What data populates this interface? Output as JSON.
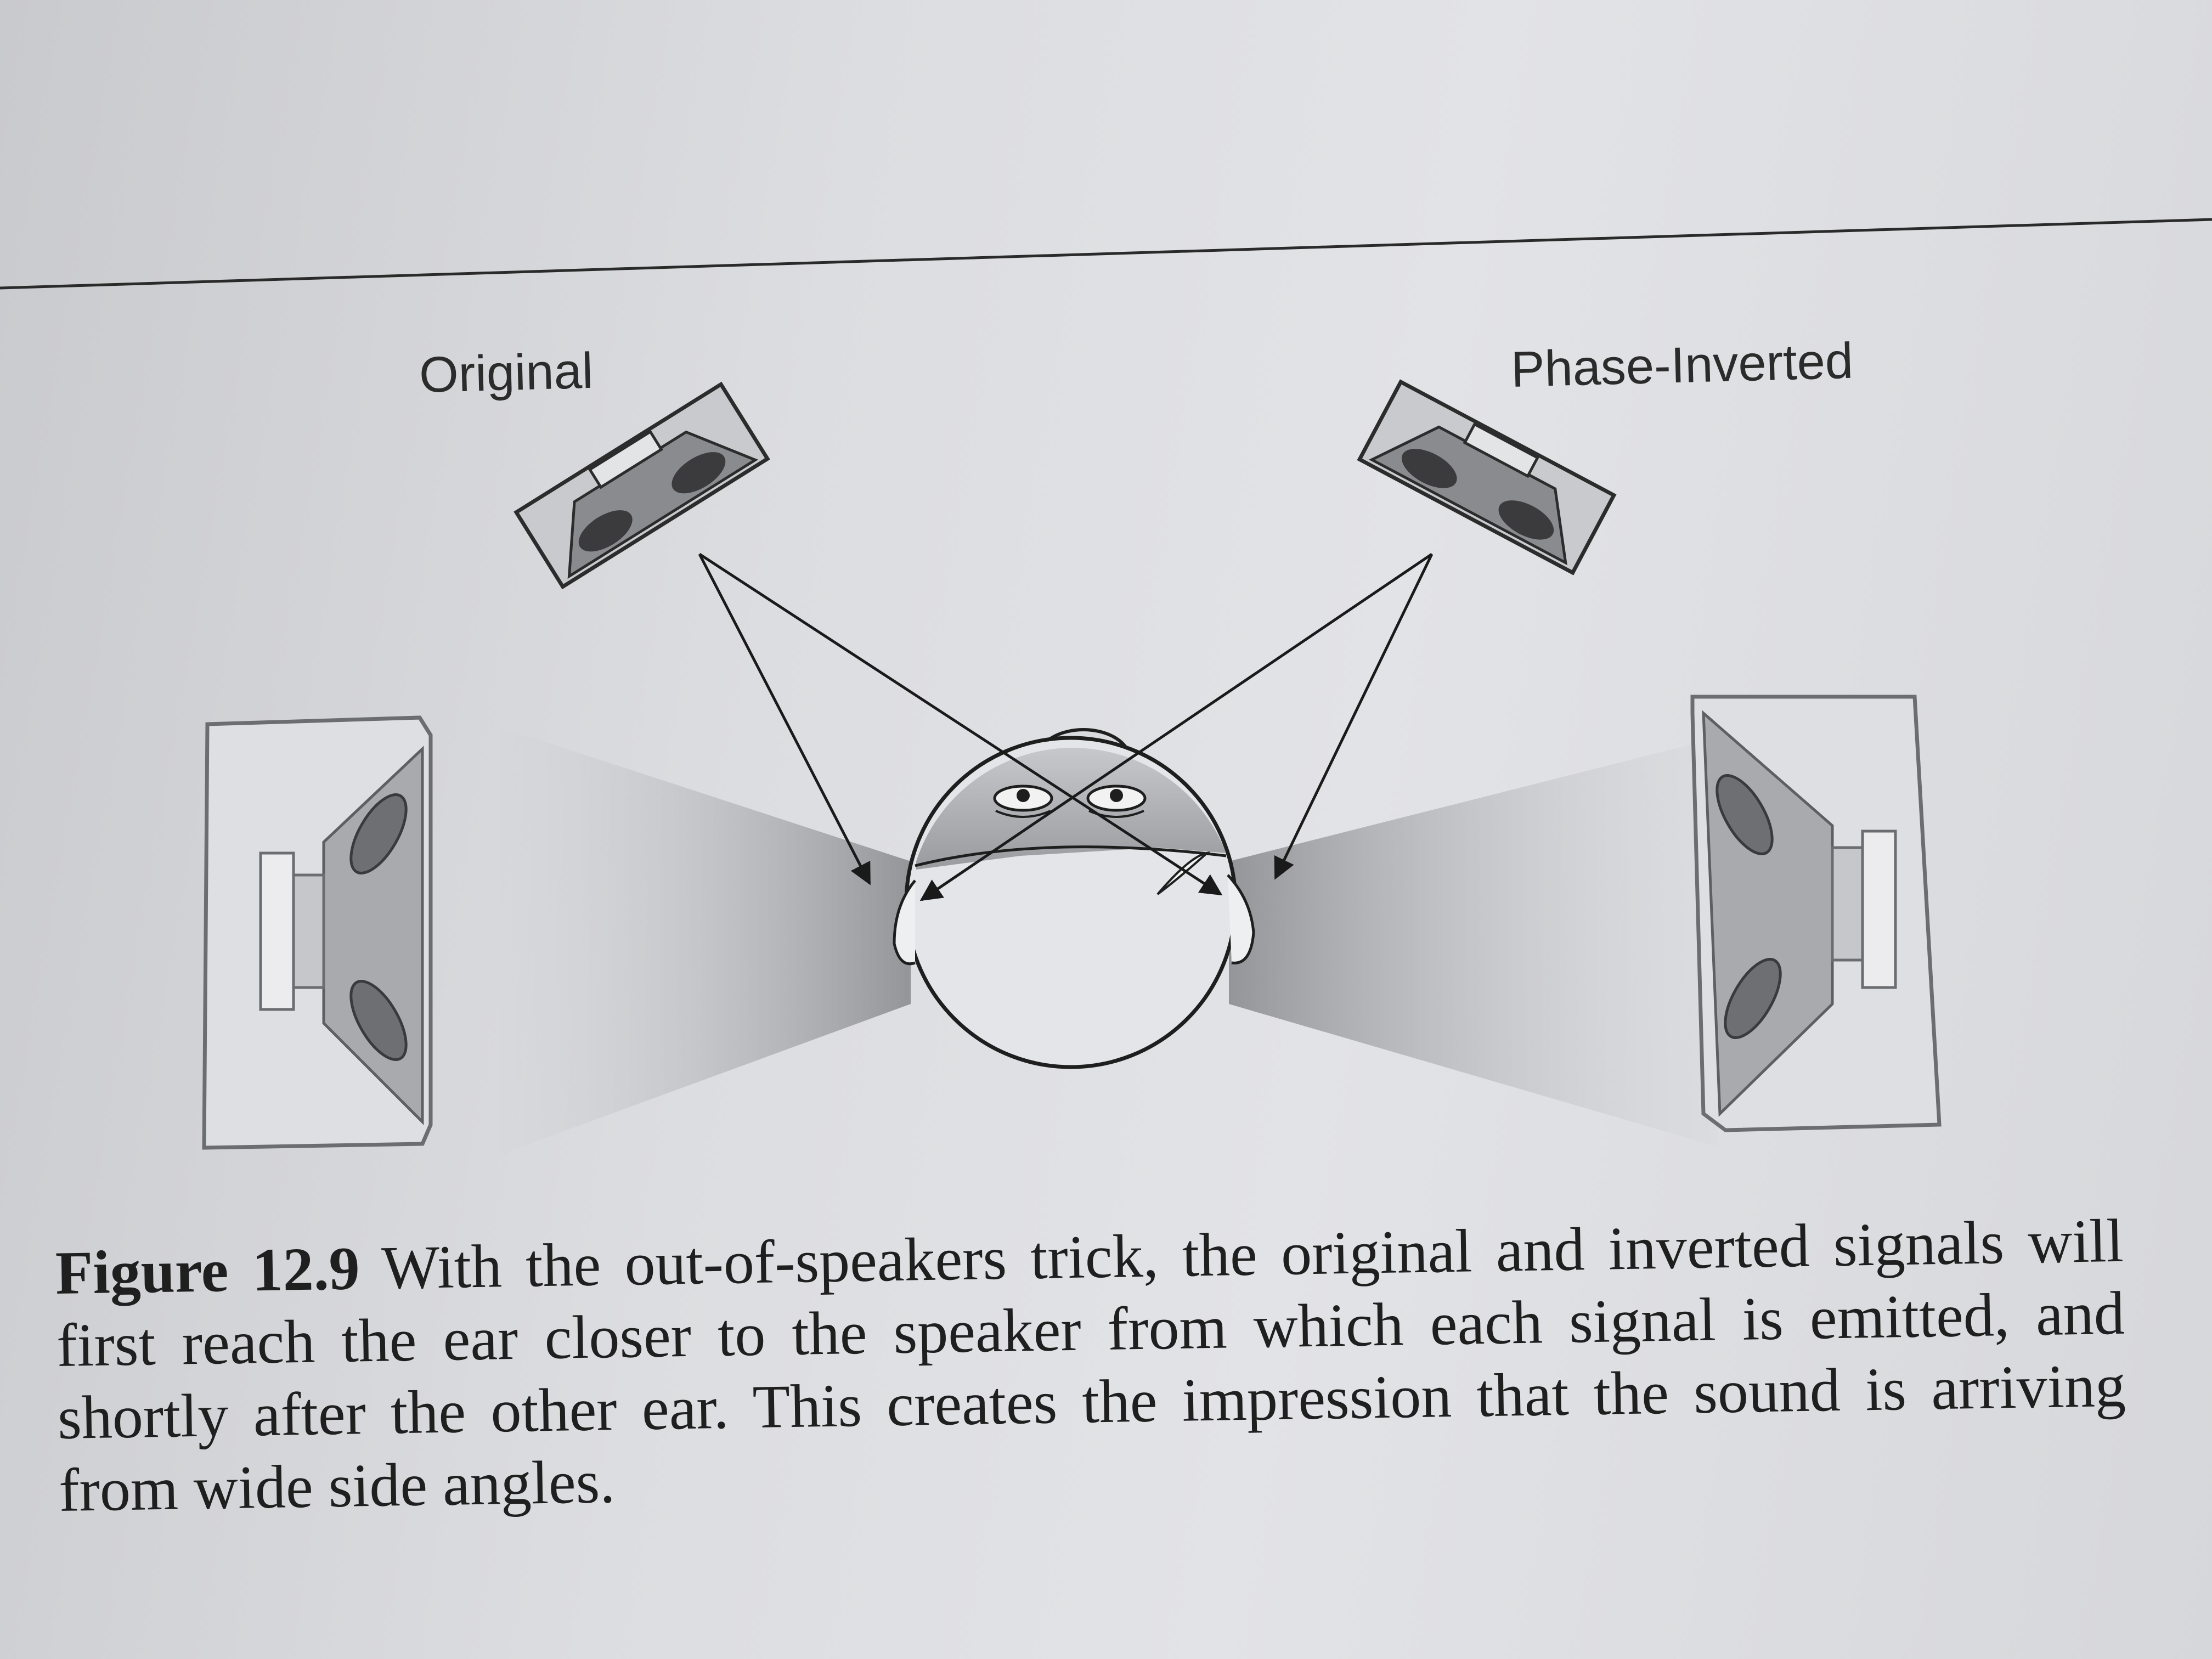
{
  "figure": {
    "label_left": "Original",
    "label_right": "Phase-Inverted"
  },
  "caption": {
    "figure_number": "Figure 12.9",
    "text": "With the out-of-speakers trick, the original and inverted signals will first reach the ear closer to the speaker from which each signal is emitted, and shortly after the other ear. This creates the impression that the sound is arriving from wide side angles."
  }
}
